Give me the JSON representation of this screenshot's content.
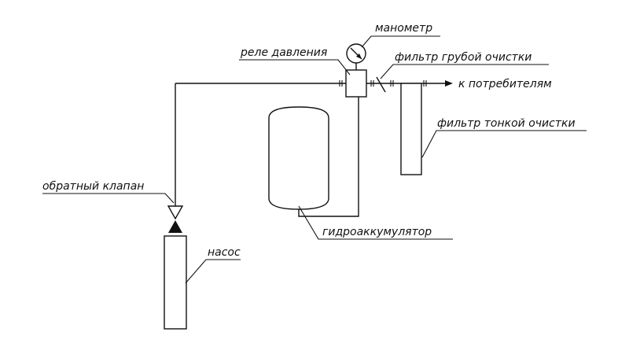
{
  "labels": {
    "manometer": "манометр",
    "pressure_relay": "реле давления",
    "coarse_filter": "фильтр грубой очистки",
    "to_consumers": "к потребителям",
    "fine_filter": "фильтр тонкой очистки",
    "check_valve": "обратный клапан",
    "accumulator": "гидроаккумулятор",
    "pump": "насос"
  },
  "colors": {
    "stroke": "#111111",
    "background": "#ffffff"
  }
}
